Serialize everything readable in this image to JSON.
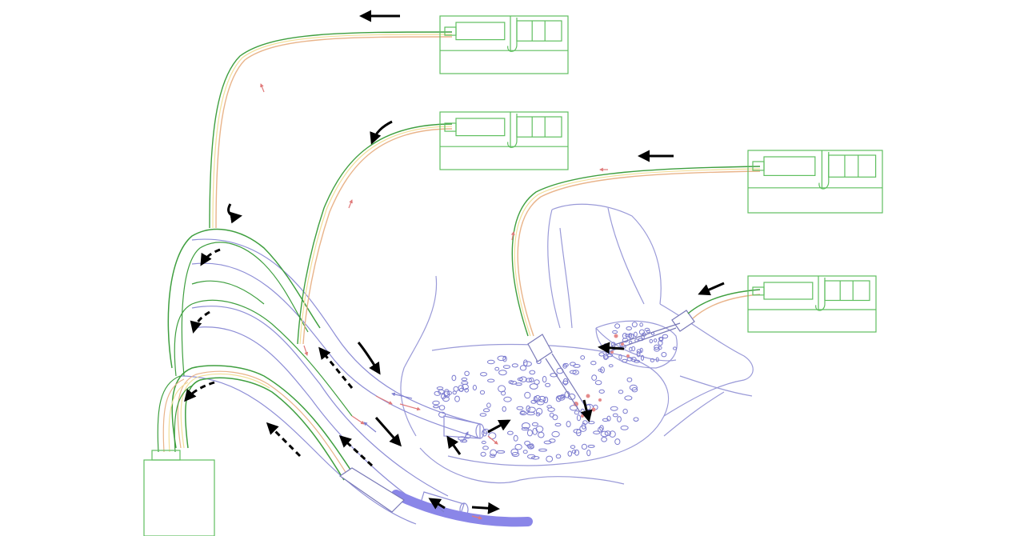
{
  "colors": {
    "pump_outline": "#5fbf5f",
    "tube_green": "#3f9f3f",
    "tube_yellow": "#f2df9a",
    "tube_orange": "#e9b48a",
    "vessel_blue": "#8e8ed6",
    "bone_pore": "#7b7bcf",
    "flow_red": "#e07a7a",
    "flow_blue": "#8080d0",
    "arrow": "#000000",
    "band_purple": "#8a86e8"
  },
  "components": {
    "syringe_pumps": 4,
    "reservoir": 1
  },
  "arrow_styles": [
    "solid-arrow",
    "dashed-arrow",
    "curved-arrow"
  ]
}
